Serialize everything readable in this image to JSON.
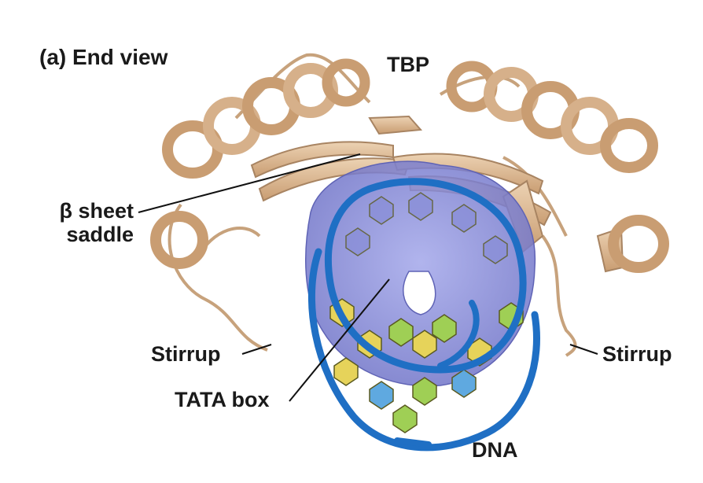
{
  "panel": {
    "title": "(a)  End view"
  },
  "labels": {
    "tbp": "TBP",
    "beta_sheet_line1": "β sheet",
    "beta_sheet_line2": "saddle",
    "stirrup_left": "Stirrup",
    "stirrup_right": "Stirrup",
    "tata_box": "TATA box",
    "dna": "DNA"
  },
  "colors": {
    "protein": "#d9b48f",
    "protein_edge": "#a88462",
    "dna_backbone": "#1f6fc4",
    "tata_surface": "#7e82d4",
    "base_yellow": "#e6d35a",
    "base_green": "#9fcf55",
    "base_blue": "#5fa9e0",
    "leader_line": "#111111"
  }
}
